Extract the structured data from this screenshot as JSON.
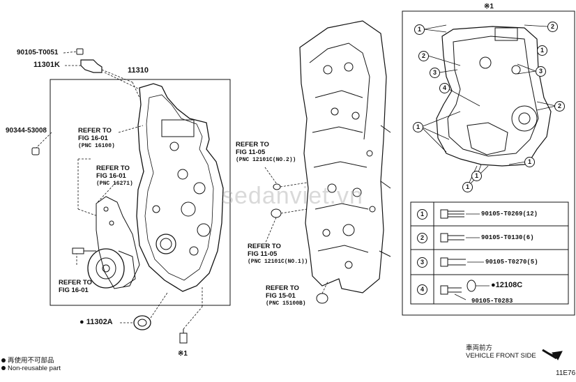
{
  "parts": {
    "p90105_T0051": "90105-T0051",
    "p11301K": "11301K",
    "p11310": "11310",
    "p90344_53008": "90344-53008",
    "p11302A": "11302A",
    "p12108C": "12108C",
    "p90105_T0283": "90105-T0283"
  },
  "refs": {
    "r1": {
      "line1": "REFER TO",
      "line2": "FIG 16-01",
      "line3": "(PNC 16100)"
    },
    "r2": {
      "line1": "REFER TO",
      "line2": "FIG 16-01",
      "line3": "(PNC 16271)"
    },
    "r3": {
      "line1": "REFER TO",
      "line2": "FIG 16-01"
    },
    "r4": {
      "line1": "REFER TO",
      "line2": "FIG 11-05",
      "line3": "(PNC 12101C(NO.2))"
    },
    "r5": {
      "line1": "REFER TO",
      "line2": "FIG 11-05",
      "line3": "(PNC 12101C(NO.1))"
    },
    "r6": {
      "line1": "REFER TO",
      "line2": "FIG 15-01",
      "line3": "(PNC 15100B)"
    }
  },
  "note_mark": "※1",
  "inset": {
    "title": "※1",
    "callouts": [
      "1",
      "2",
      "3",
      "4"
    ],
    "table": [
      {
        "num": "1",
        "part": "90105-T0269(12)"
      },
      {
        "num": "2",
        "part": "90105-T0130(6)"
      },
      {
        "num": "3",
        "part": "90105-T0270(5)"
      },
      {
        "num": "4",
        "part": "12108C",
        "part2": "90105-T0283"
      }
    ]
  },
  "legend": {
    "line1": "再使用不可部品",
    "line2": "Non-reusable part"
  },
  "direction": {
    "jp": "車両前方",
    "en": "VEHICLE FRONT SIDE"
  },
  "figure_code": "11E76",
  "watermark": "sedanviet.vn"
}
